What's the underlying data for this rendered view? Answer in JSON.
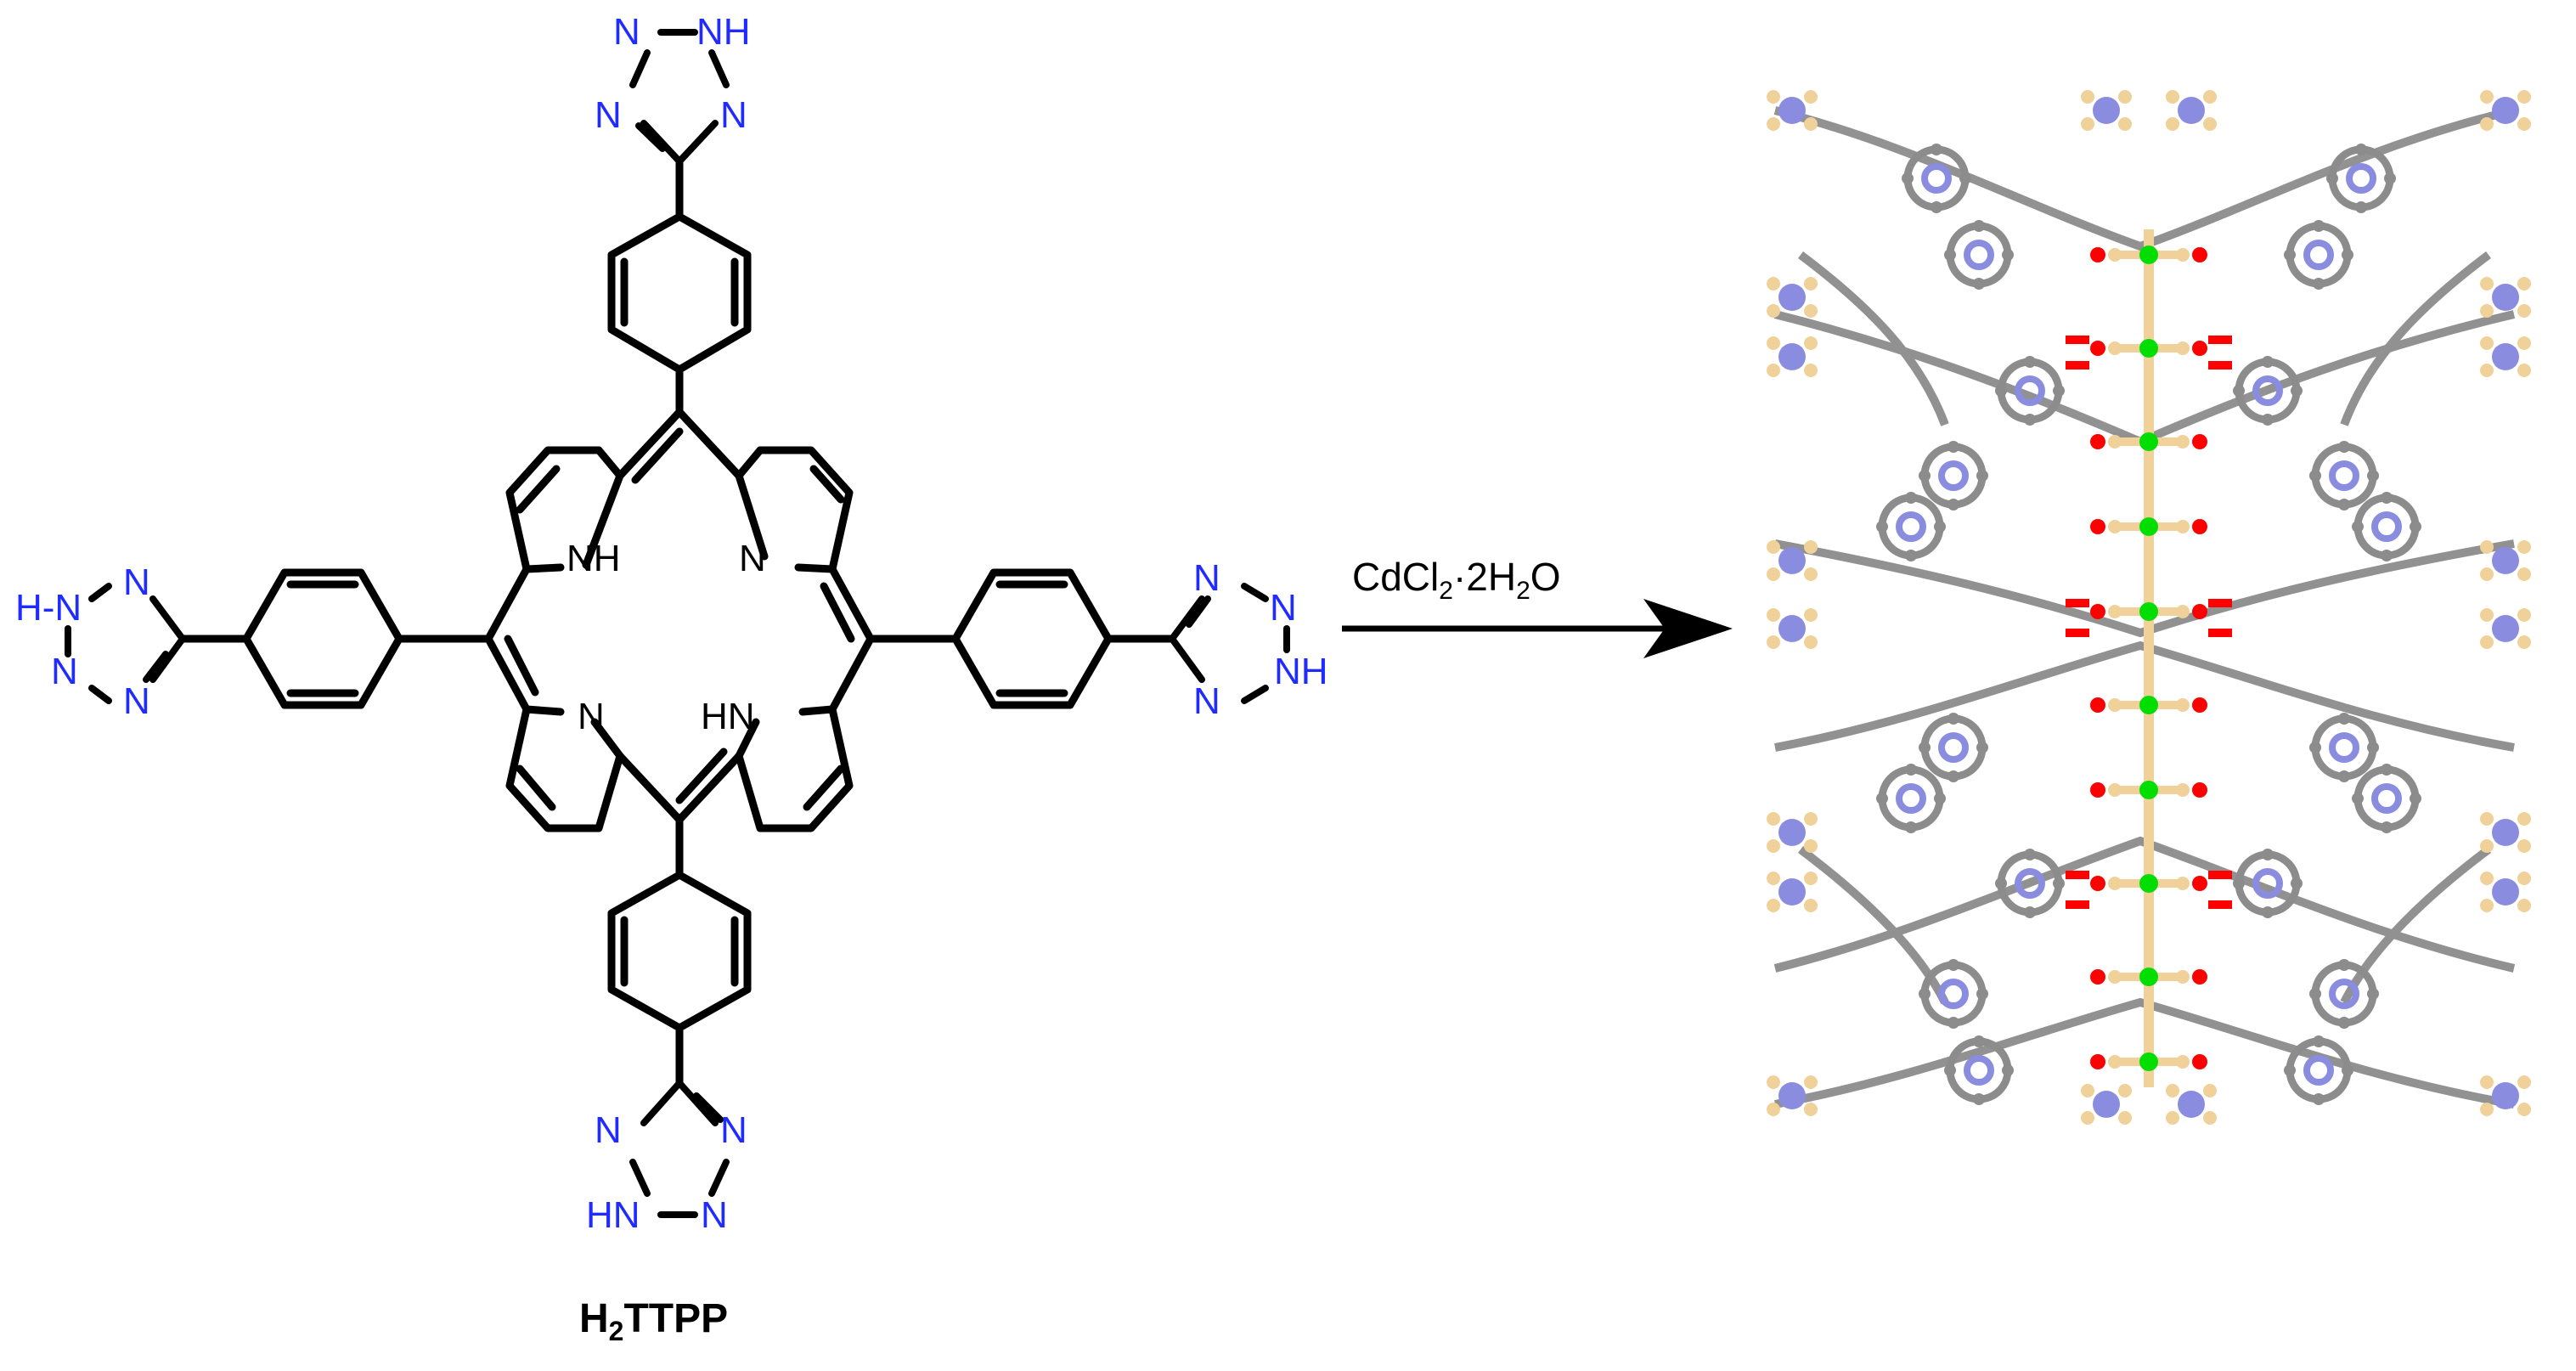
{
  "molecule": {
    "name_prefix": "H",
    "name_subscript": "2",
    "name_suffix": "TTPP",
    "core_atoms": {
      "nh_upper_left": "NH",
      "n_upper_right": "N",
      "n_lower_left": "N",
      "hn_lower_right": "HN"
    },
    "tetrazole_atoms": {
      "n": "N",
      "nh": "NH",
      "hn": "HN",
      "h_n": "H-N"
    }
  },
  "reaction": {
    "reagent_main": "CdCl",
    "reagent_sub1": "2",
    "reagent_dot": "·2H",
    "reagent_sub2": "2",
    "reagent_end": "O"
  },
  "colors": {
    "nitrogen_label": "#1f2bff",
    "bond": "#000000",
    "carbon_atom": "#8c8c8c",
    "nitrogen_atom": "#8a8ce0",
    "cadmium_atom": "#f0d19a",
    "oxygen_atom": "#ff0000",
    "chlorine_atom": "#00dd00"
  }
}
